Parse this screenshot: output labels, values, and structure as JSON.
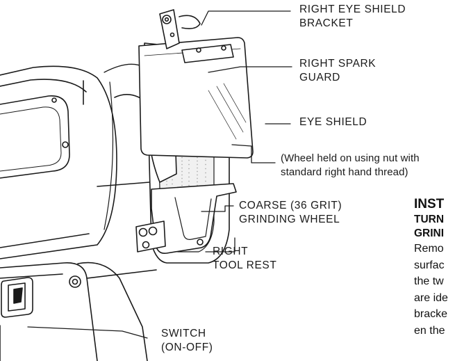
{
  "labels": {
    "bracket": [
      "RIGHT EYE SHIELD",
      "BRACKET"
    ],
    "spark_guard": [
      "RIGHT SPARK",
      "GUARD"
    ],
    "eye_shield": [
      "EYE SHIELD"
    ],
    "wheel_note": [
      "(Wheel held on using nut with",
      "standard right hand thread)"
    ],
    "wheel": [
      "COARSE (36 GRIT)",
      "GRINDING WHEEL"
    ],
    "tool_rest": [
      "RIGHT",
      "TOOL REST"
    ],
    "switch": [
      "SWITCH",
      "(ON-OFF)"
    ]
  },
  "side_text": {
    "heading": "INST",
    "subheading": [
      "TURN",
      "GRINI"
    ],
    "body": [
      "Remo",
      "surfac",
      "the tw",
      "are ide",
      "bracke",
      "en the"
    ]
  }
}
